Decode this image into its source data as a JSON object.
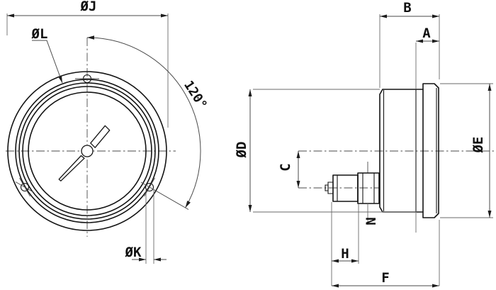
{
  "drawing": {
    "type": "technical-dimensional-drawing",
    "subject": "pressure gauge, front view and side view",
    "labels": {
      "oj": "ØJ",
      "ol": "ØL",
      "ok": "ØK",
      "angle": "120°",
      "b": "B",
      "a": "A",
      "d": "ØD",
      "e": "ØE",
      "c": "C",
      "n": "N",
      "h": "H",
      "f": "F"
    },
    "colors": {
      "outline": "#141414",
      "dimension_lines": "#4a4a4a",
      "background": "#ffffff"
    }
  }
}
